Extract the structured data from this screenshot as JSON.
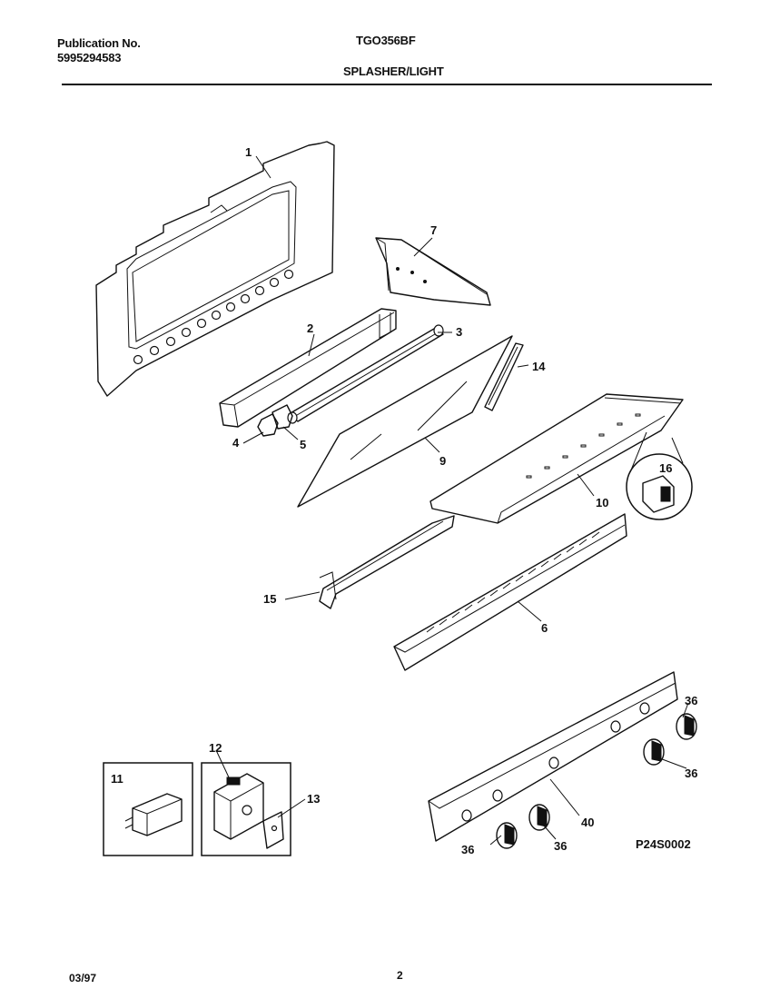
{
  "header": {
    "publication_label": "Publication No.",
    "publication_number": "5995294583",
    "model": "TGO356BF",
    "section": "SPLASHER/LIGHT"
  },
  "diagram": {
    "drawing_code": "P24S0002",
    "callouts": [
      "1",
      "2",
      "3",
      "4",
      "5",
      "6",
      "7",
      "9",
      "10",
      "11",
      "12",
      "13",
      "14",
      "15",
      "16",
      "36",
      "36",
      "36",
      "36",
      "40"
    ]
  },
  "footer": {
    "date": "03/97",
    "page": "2"
  }
}
